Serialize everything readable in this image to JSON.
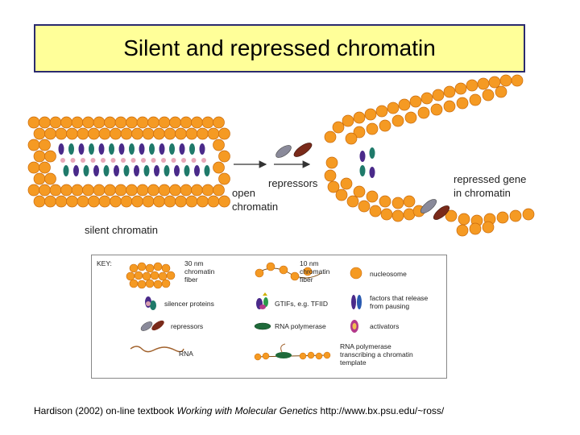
{
  "title": "Silent and repressed chromatin",
  "diagram_labels": {
    "silent": "silent chromatin",
    "open_line1": "open",
    "open_line2": "chromatin",
    "repressors": "repressors",
    "repressed_line1": "repressed gene",
    "repressed_line2": "in chromatin"
  },
  "key": {
    "heading": "KEY:",
    "fiber_30nm": [
      "30 nm",
      "chromatin",
      "fiber"
    ],
    "fiber_10nm": [
      "10 nm",
      "chromatin",
      "fiber"
    ],
    "nucleosome": "nucleosome",
    "silencer": "silencer proteins",
    "gtifs": "GTIFs, e.g. TFIID",
    "release": [
      "factors that release",
      "from pausing"
    ],
    "repressors": "repressors",
    "rnapol": "RNA polymerase",
    "activators": "activators",
    "rna": "RNA",
    "transcribing": [
      "RNA polymerase",
      "transcribing a chromatin",
      "template"
    ]
  },
  "footer": {
    "prefix": "Hardison (2002) on-line textbook ",
    "book": "Working with Molecular Genetics",
    "url": " http://www.bx.psu.edu/~ross/"
  },
  "colors": {
    "nucleosome": "#f59a23",
    "nucleosome_edge": "#c96a0a",
    "silencer_purple": "#4a2a8a",
    "silencer_teal": "#1f7a6a",
    "repressor_gray": "#8a8a9a",
    "repressor_red": "#7a2a1a",
    "title_bg": "#ffff99"
  }
}
